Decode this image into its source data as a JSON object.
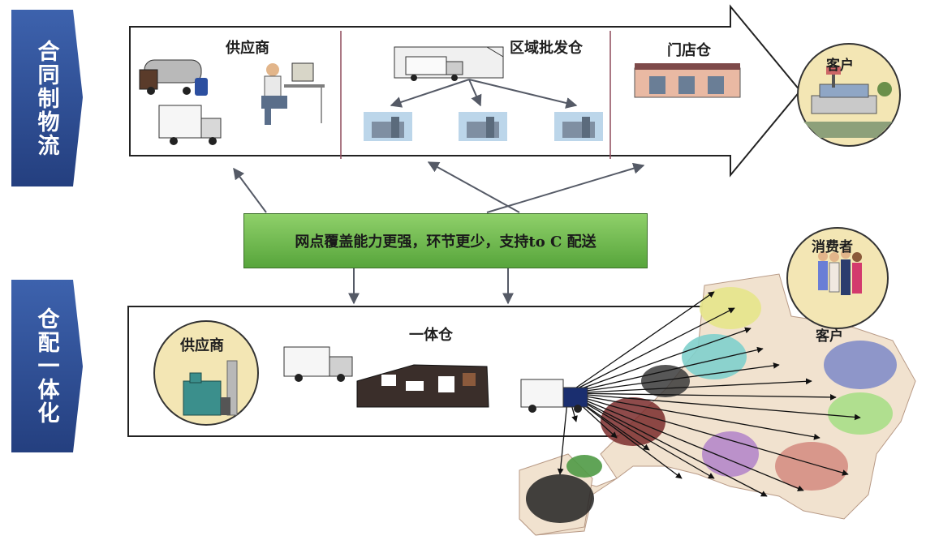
{
  "left_tags": {
    "top": "合同制物流",
    "bottom": "仓配一体化"
  },
  "top_flow": {
    "supplier": "供应商",
    "regional_warehouse": "区域批发仓",
    "store_warehouse": "门店仓",
    "customer": "客户"
  },
  "middle_banner": "网点覆盖能力更强，环节更少，支持to C 配送",
  "bottom_flow": {
    "supplier": "供应商",
    "integrated_warehouse": "一体仓",
    "consumer": "消费者",
    "customer": "客户"
  },
  "colors": {
    "tag_blue": "#2f4f96",
    "banner_green": "#6abf4b",
    "circle_fill": "#f3e6b4",
    "divider": "#8e4a5a"
  }
}
